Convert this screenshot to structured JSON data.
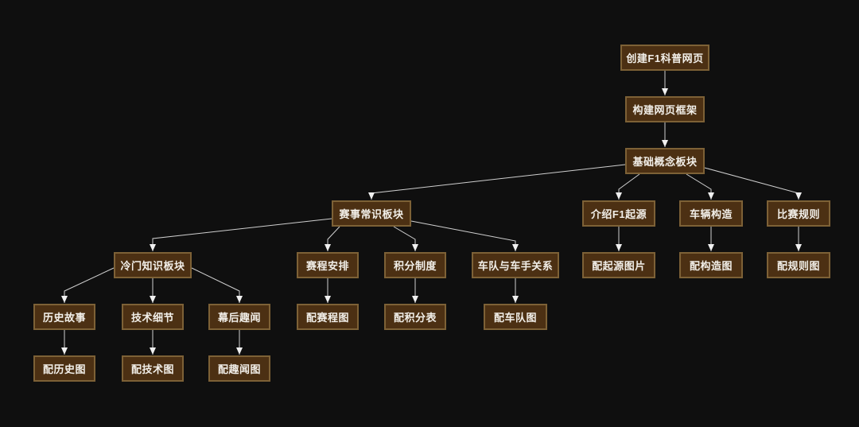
{
  "diagram": {
    "type": "flowchart-tree",
    "direction": "top-down",
    "colors": {
      "background": "#0f0f0f",
      "node_fill": "#4c3013",
      "node_border": "#7d6136",
      "node_text": "#f2efe9",
      "connector": "#cfcfcf",
      "arrowhead": "#f0f0f0"
    },
    "nodes": [
      {
        "id": "create-f1-webpage",
        "label": "创建F1科普网页"
      },
      {
        "id": "build-webpage-frame",
        "label": "构建网页框架"
      },
      {
        "id": "basic-concepts",
        "label": "基础概念板块"
      },
      {
        "id": "race-common-knowledge",
        "label": "赛事常识板块"
      },
      {
        "id": "intro-f1-origin",
        "label": "介绍F1起源"
      },
      {
        "id": "car-structure",
        "label": "车辆构造"
      },
      {
        "id": "race-rules",
        "label": "比赛规则"
      },
      {
        "id": "niche-knowledge",
        "label": "冷门知识板块"
      },
      {
        "id": "schedule-arrangement",
        "label": "赛程安排"
      },
      {
        "id": "points-system",
        "label": "积分制度"
      },
      {
        "id": "team-driver-relation",
        "label": "车队与车手关系"
      },
      {
        "id": "origin-image",
        "label": "配起源图片"
      },
      {
        "id": "structure-image",
        "label": "配构造图"
      },
      {
        "id": "rules-image",
        "label": "配规则图"
      },
      {
        "id": "history-stories",
        "label": "历史故事"
      },
      {
        "id": "tech-details",
        "label": "技术细节"
      },
      {
        "id": "behind-scenes",
        "label": "幕后趣闻"
      },
      {
        "id": "schedule-image",
        "label": "配赛程图"
      },
      {
        "id": "points-table",
        "label": "配积分表"
      },
      {
        "id": "team-image",
        "label": "配车队图"
      },
      {
        "id": "history-image",
        "label": "配历史图"
      },
      {
        "id": "tech-image",
        "label": "配技术图"
      },
      {
        "id": "anecdote-image",
        "label": "配趣闻图"
      }
    ],
    "edges": [
      {
        "from": "create-f1-webpage",
        "to": "build-webpage-frame"
      },
      {
        "from": "build-webpage-frame",
        "to": "basic-concepts"
      },
      {
        "from": "basic-concepts",
        "to": "race-common-knowledge"
      },
      {
        "from": "basic-concepts",
        "to": "intro-f1-origin"
      },
      {
        "from": "basic-concepts",
        "to": "car-structure"
      },
      {
        "from": "basic-concepts",
        "to": "race-rules"
      },
      {
        "from": "race-common-knowledge",
        "to": "niche-knowledge"
      },
      {
        "from": "race-common-knowledge",
        "to": "schedule-arrangement"
      },
      {
        "from": "race-common-knowledge",
        "to": "points-system"
      },
      {
        "from": "race-common-knowledge",
        "to": "team-driver-relation"
      },
      {
        "from": "intro-f1-origin",
        "to": "origin-image"
      },
      {
        "from": "car-structure",
        "to": "structure-image"
      },
      {
        "from": "race-rules",
        "to": "rules-image"
      },
      {
        "from": "niche-knowledge",
        "to": "history-stories"
      },
      {
        "from": "niche-knowledge",
        "to": "tech-details"
      },
      {
        "from": "niche-knowledge",
        "to": "behind-scenes"
      },
      {
        "from": "schedule-arrangement",
        "to": "schedule-image"
      },
      {
        "from": "points-system",
        "to": "points-table"
      },
      {
        "from": "team-driver-relation",
        "to": "team-image"
      },
      {
        "from": "history-stories",
        "to": "history-image"
      },
      {
        "from": "tech-details",
        "to": "tech-image"
      },
      {
        "from": "behind-scenes",
        "to": "anecdote-image"
      }
    ]
  }
}
